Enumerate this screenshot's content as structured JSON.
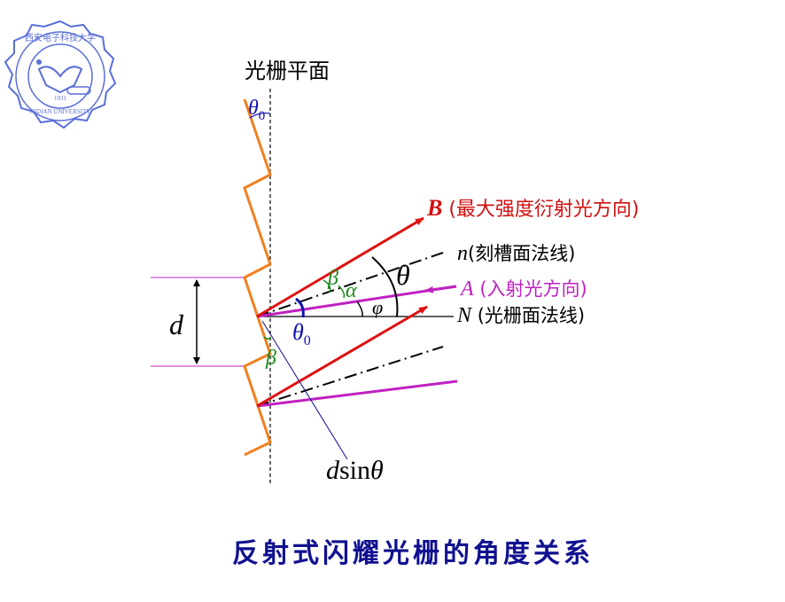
{
  "logo": {
    "chinese": "西安电子科技大学",
    "english": "XIDIAN UNIVERSITY",
    "year": "1931",
    "color": "#4a5fd0"
  },
  "labels": {
    "grating_plane": "光栅平面",
    "theta0_top": "θ",
    "theta0_sub": "0",
    "B_symbol": "B",
    "B_text": " (最大强度衍射光方向)",
    "n_symbol": "n",
    "n_text": "(刻槽面法线)",
    "A_symbol": "A",
    "A_text": " (入射光方向)",
    "N_symbol": "N",
    "N_text": " (光栅面法线)",
    "theta": "θ",
    "beta": "β",
    "alpha": "α",
    "phi": "φ",
    "theta0_mid": "θ",
    "theta0_mid_sub": "0",
    "beta_lower": "β",
    "d": "d",
    "dsin": "d",
    "sin": "sin",
    "dsin_theta": "θ"
  },
  "caption": "反射式闪耀光栅的角度关系",
  "colors": {
    "grating": "#f08020",
    "diffracted": "#e01010",
    "incident": "#c020c0",
    "normal": "#000000",
    "angle_green": "#1a8a1a",
    "angle_blue": "#1010b0",
    "red_text": "#d01010",
    "magenta_text": "#c020c0",
    "caption": "#101090"
  }
}
